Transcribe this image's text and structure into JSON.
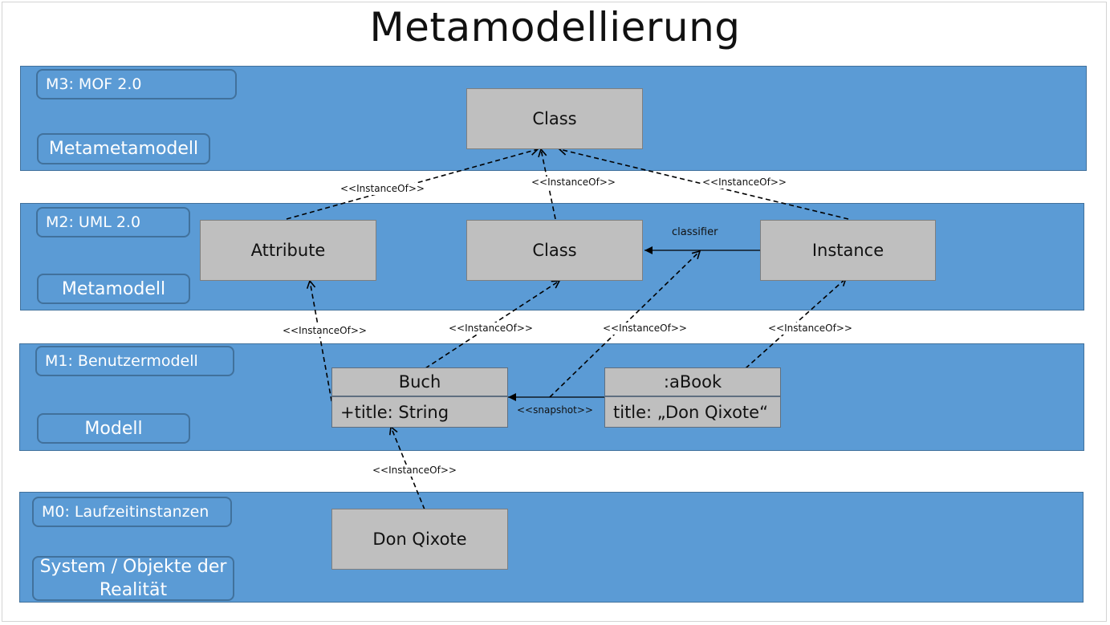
{
  "title": "Metamodellierung",
  "layers": {
    "m3": {
      "level": "M3: MOF 2.0",
      "kind": "Metametamodell"
    },
    "m2": {
      "level": "M2: UML 2.0",
      "kind": "Metamodell"
    },
    "m1": {
      "level": "M1: Benutzermodell",
      "kind": "Modell"
    },
    "m0": {
      "level": "M0: Laufzeitinstanzen",
      "kind": "System / Objekte der Realität"
    }
  },
  "elements": {
    "m3_class": "Class",
    "m2_attribute": "Attribute",
    "m2_class": "Class",
    "m2_instance": "Instance",
    "buch_name": "Buch",
    "buch_attr": "+title: String",
    "abook_name": ":aBook",
    "abook_attr": "title: „Don Qixote“",
    "don_qixote": "Don Qixote"
  },
  "relations": {
    "instance_of": "<<InstanceOf>>",
    "classifier": "classifier",
    "snapshot": "<<snapshot>>"
  },
  "colors": {
    "layer_fill": "#5b9bd5",
    "layer_border": "#41719c",
    "box_fill": "#bfbfbf"
  }
}
